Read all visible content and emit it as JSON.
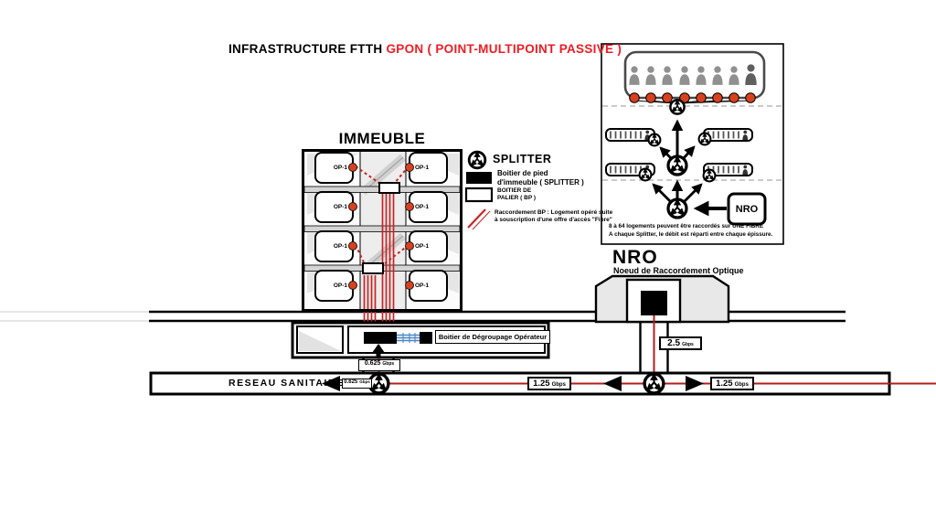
{
  "title": {
    "prefix": "INFRASTRUCTURE FTTH",
    "highlight": "GPON ( POINT-MULTIPOINT PASSIVE )"
  },
  "building": {
    "title": "IMMEUBLE",
    "apartments": [
      {
        "label": "OP-1"
      },
      {
        "label": "OP-1"
      },
      {
        "label": "OP-1"
      },
      {
        "label": "OP-1"
      },
      {
        "label": "OP-1"
      },
      {
        "label": "OP-1"
      },
      {
        "label": "OP-1"
      },
      {
        "label": "OP-1"
      }
    ]
  },
  "legend": {
    "splitter_label": "SPLITTER",
    "bpi_line1": "Boitier de pied",
    "bpi_line2": "d'immeuble ( SPLITTER )",
    "bp_line1": "BOITIER DE",
    "bp_line2": "PALIER ( BP )",
    "racc_line1": "Raccordement BP : Logement opéré suite",
    "racc_line2": "à souscription d'une offre d'accès \"Fibre\""
  },
  "inset": {
    "nro_label": "NRO",
    "note1": "8 à 64 logements peuvent être raccordés sur UNE FIBRE",
    "note2": "A chaque Splitter, le débit est réparti entre chaque épissure."
  },
  "nro": {
    "title": "NRO",
    "subtitle": "Noeud de Raccordement Optique"
  },
  "basement": {
    "degroupage_label": "Boitier de Dégroupage Opérateur"
  },
  "duct": {
    "label": "RESEAU SANITAIRE"
  },
  "rates": {
    "nro_feed": {
      "value": "2.5",
      "unit": "Gbps"
    },
    "duct_west": {
      "value": "1.25",
      "unit": "Gbps"
    },
    "duct_east": {
      "value": "1.25",
      "unit": "Gbps"
    },
    "building_drop": {
      "value": "0.625",
      "unit": "Gbps"
    },
    "sanitary_branch": {
      "value": "0.625",
      "unit": "Gbps"
    }
  },
  "colors": {
    "accent_red": "#ed1c24",
    "fiber_red": "#b51d1d",
    "outlet_orange": "#d9411e",
    "copper_blue": "#4a86c8"
  },
  "icons": {
    "splitter": "splitter-icon",
    "person": "person-icon",
    "arrow": "flow-arrow-icon"
  }
}
